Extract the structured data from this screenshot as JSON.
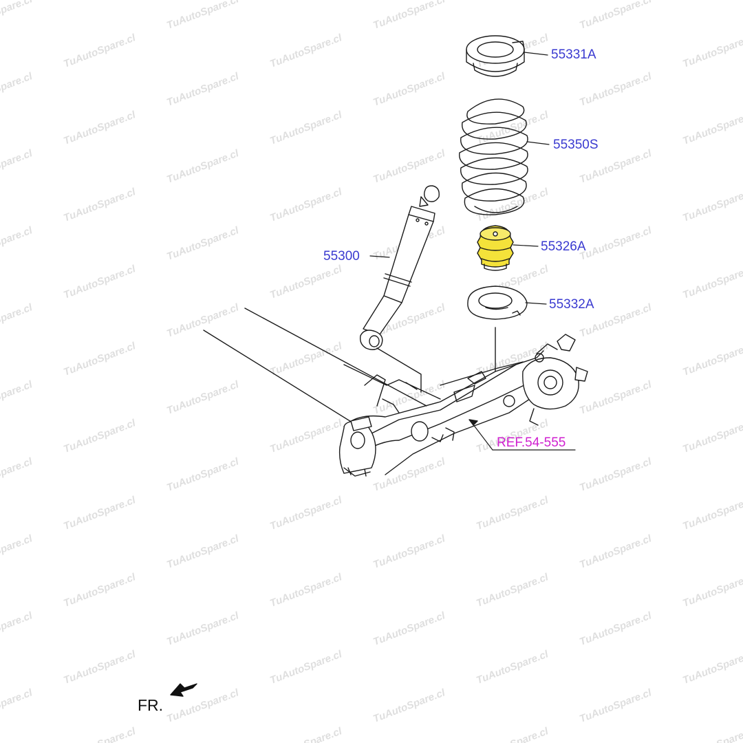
{
  "watermark_text": "TuAutoSpare.cl",
  "parts": [
    {
      "id": "spring-pad-upper",
      "label": "55331A"
    },
    {
      "id": "coil-spring",
      "label": "55350S"
    },
    {
      "id": "bump-stopper",
      "label": "55326A"
    },
    {
      "id": "spring-pad-lower",
      "label": "55332A"
    },
    {
      "id": "shock-absorber",
      "label": "55300"
    }
  ],
  "reference": {
    "label": "REF.54-555"
  },
  "direction": {
    "label": "FR.",
    "icon": "front-arrow-icon"
  },
  "colors": {
    "part_label": "#3a3ad0",
    "reference_label": "#d020d0",
    "highlight": "#f4e23a",
    "line": "#1a1a1a"
  }
}
